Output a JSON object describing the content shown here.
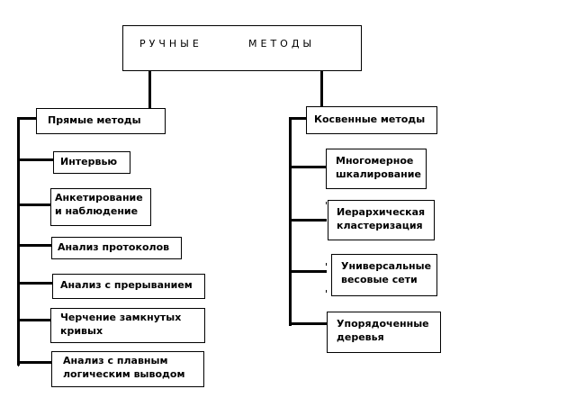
{
  "title_left": "РУЧНЫЕ",
  "title_right": "МЕТОДЫ",
  "left_branch": {
    "label": "Прямые методы",
    "items": [
      [
        "Интервью"
      ],
      [
        "Анкетирование",
        "и наблюдение"
      ],
      [
        "Анализ протоколов"
      ],
      [
        "Анализ с прерыванием"
      ],
      [
        "Черчение замкнутых",
        "кривых"
      ],
      [
        "Анализ с плавным",
        "логическим выводом"
      ]
    ]
  },
  "right_branch": {
    "label": "Косвенные методы",
    "items": [
      [
        "Многомерное",
        "шкалирование"
      ],
      [
        "Иерархическая",
        "кластеризация"
      ],
      [
        "Универсальные",
        "весовые сети"
      ],
      [
        "Упорядоченные",
        "деревья"
      ]
    ]
  }
}
